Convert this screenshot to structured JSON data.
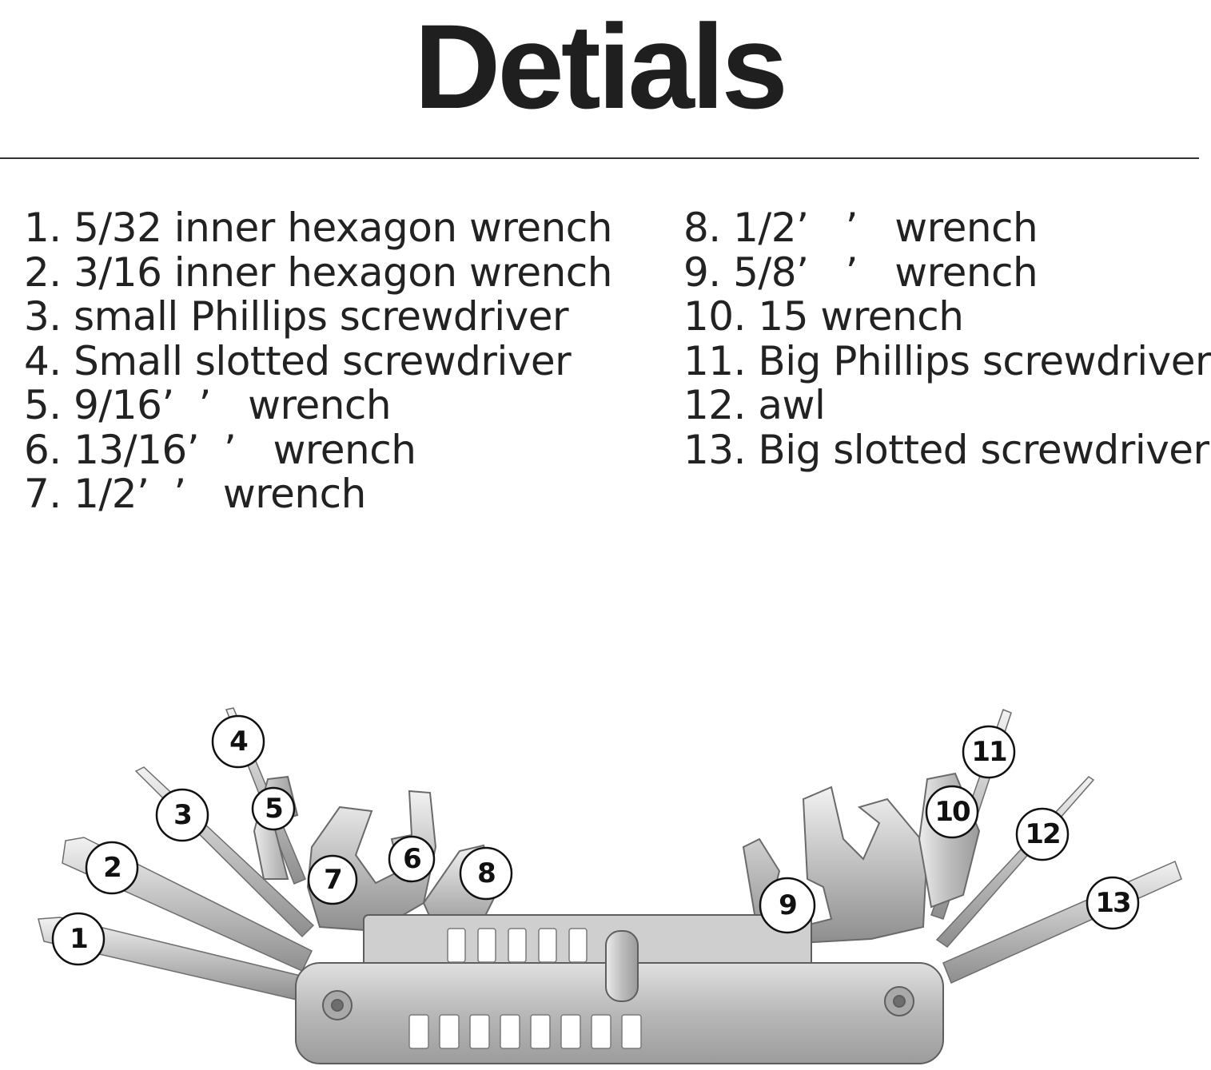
{
  "title": "Detials",
  "items_left": [
    "1. 5/32 inner hexagon wrench",
    "2. 3/16 inner hexagon wrench",
    "3. small Phillips screwdriver",
    "4. Small slotted screwdriver",
    "5. 9/16’  ’   wrench",
    "6. 13/16’  ’   wrench",
    "7. 1/2’  ’   wrench"
  ],
  "items_right": [
    "8. 1/2’   ’   wrench",
    "9. 5/8’   ’   wrench",
    "10. 15 wrench",
    "11. Big Phillips screwdriver",
    "12. awl",
    "13. Big slotted screwdriver"
  ],
  "callouts": [
    "1",
    "2",
    "3",
    "4",
    "5",
    "6",
    "7",
    "8",
    "9",
    "10",
    "11",
    "12",
    "13"
  ],
  "colors": {
    "text": "#222222",
    "steel": "#c9c9c9",
    "background": "#ffffff"
  }
}
